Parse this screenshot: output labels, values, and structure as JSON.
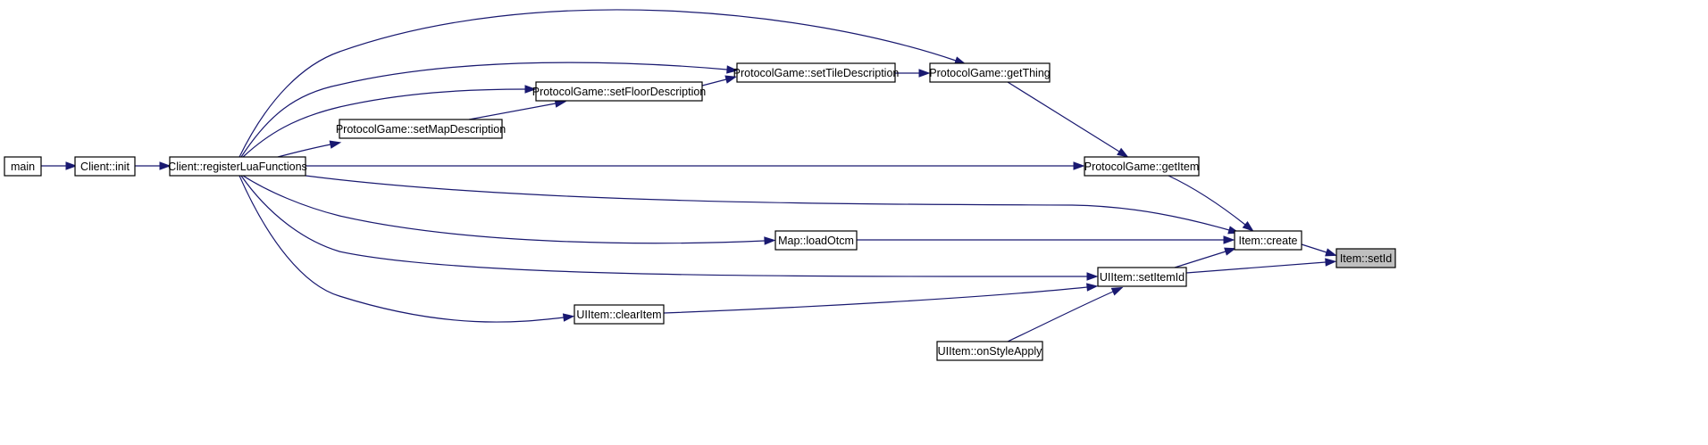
{
  "colors": {
    "edge": "#191970",
    "node_border": "#000000",
    "node_fill": "#ffffff",
    "highlight_fill": "#bfbfbf"
  },
  "nodes": {
    "main": "main",
    "client_init": "Client::init",
    "register_lua_functions": "Client::registerLuaFunctions",
    "set_map_description": "ProtocolGame::setMapDescription",
    "set_floor_description": "ProtocolGame::setFloorDescription",
    "set_tile_description": "ProtocolGame::setTileDescription",
    "get_thing": "ProtocolGame::getThing",
    "get_item": "ProtocolGame::getItem",
    "load_otcm": "Map::loadOtcm",
    "ui_clear_item": "UIItem::clearItem",
    "ui_set_item_id": "UIItem::setItemId",
    "ui_on_style_apply": "UIItem::onStyleApply",
    "item_create": "Item::create",
    "item_set_id": "Item::setId"
  },
  "highlighted_node": "item_set_id",
  "edges": [
    {
      "from": "main",
      "to": "client_init"
    },
    {
      "from": "client_init",
      "to": "register_lua_functions"
    },
    {
      "from": "register_lua_functions",
      "to": "set_map_description"
    },
    {
      "from": "register_lua_functions",
      "to": "set_floor_description"
    },
    {
      "from": "register_lua_functions",
      "to": "set_tile_description"
    },
    {
      "from": "register_lua_functions",
      "to": "get_thing"
    },
    {
      "from": "register_lua_functions",
      "to": "get_item"
    },
    {
      "from": "register_lua_functions",
      "to": "item_create"
    },
    {
      "from": "register_lua_functions",
      "to": "load_otcm"
    },
    {
      "from": "register_lua_functions",
      "to": "ui_set_item_id"
    },
    {
      "from": "register_lua_functions",
      "to": "ui_clear_item"
    },
    {
      "from": "set_map_description",
      "to": "set_floor_description"
    },
    {
      "from": "set_floor_description",
      "to": "set_tile_description"
    },
    {
      "from": "set_tile_description",
      "to": "get_thing"
    },
    {
      "from": "get_thing",
      "to": "get_item"
    },
    {
      "from": "get_item",
      "to": "item_create"
    },
    {
      "from": "load_otcm",
      "to": "item_create"
    },
    {
      "from": "ui_set_item_id",
      "to": "item_create"
    },
    {
      "from": "item_create",
      "to": "item_set_id"
    },
    {
      "from": "ui_set_item_id",
      "to": "item_set_id"
    },
    {
      "from": "ui_clear_item",
      "to": "ui_set_item_id"
    },
    {
      "from": "ui_on_style_apply",
      "to": "ui_set_item_id"
    }
  ]
}
